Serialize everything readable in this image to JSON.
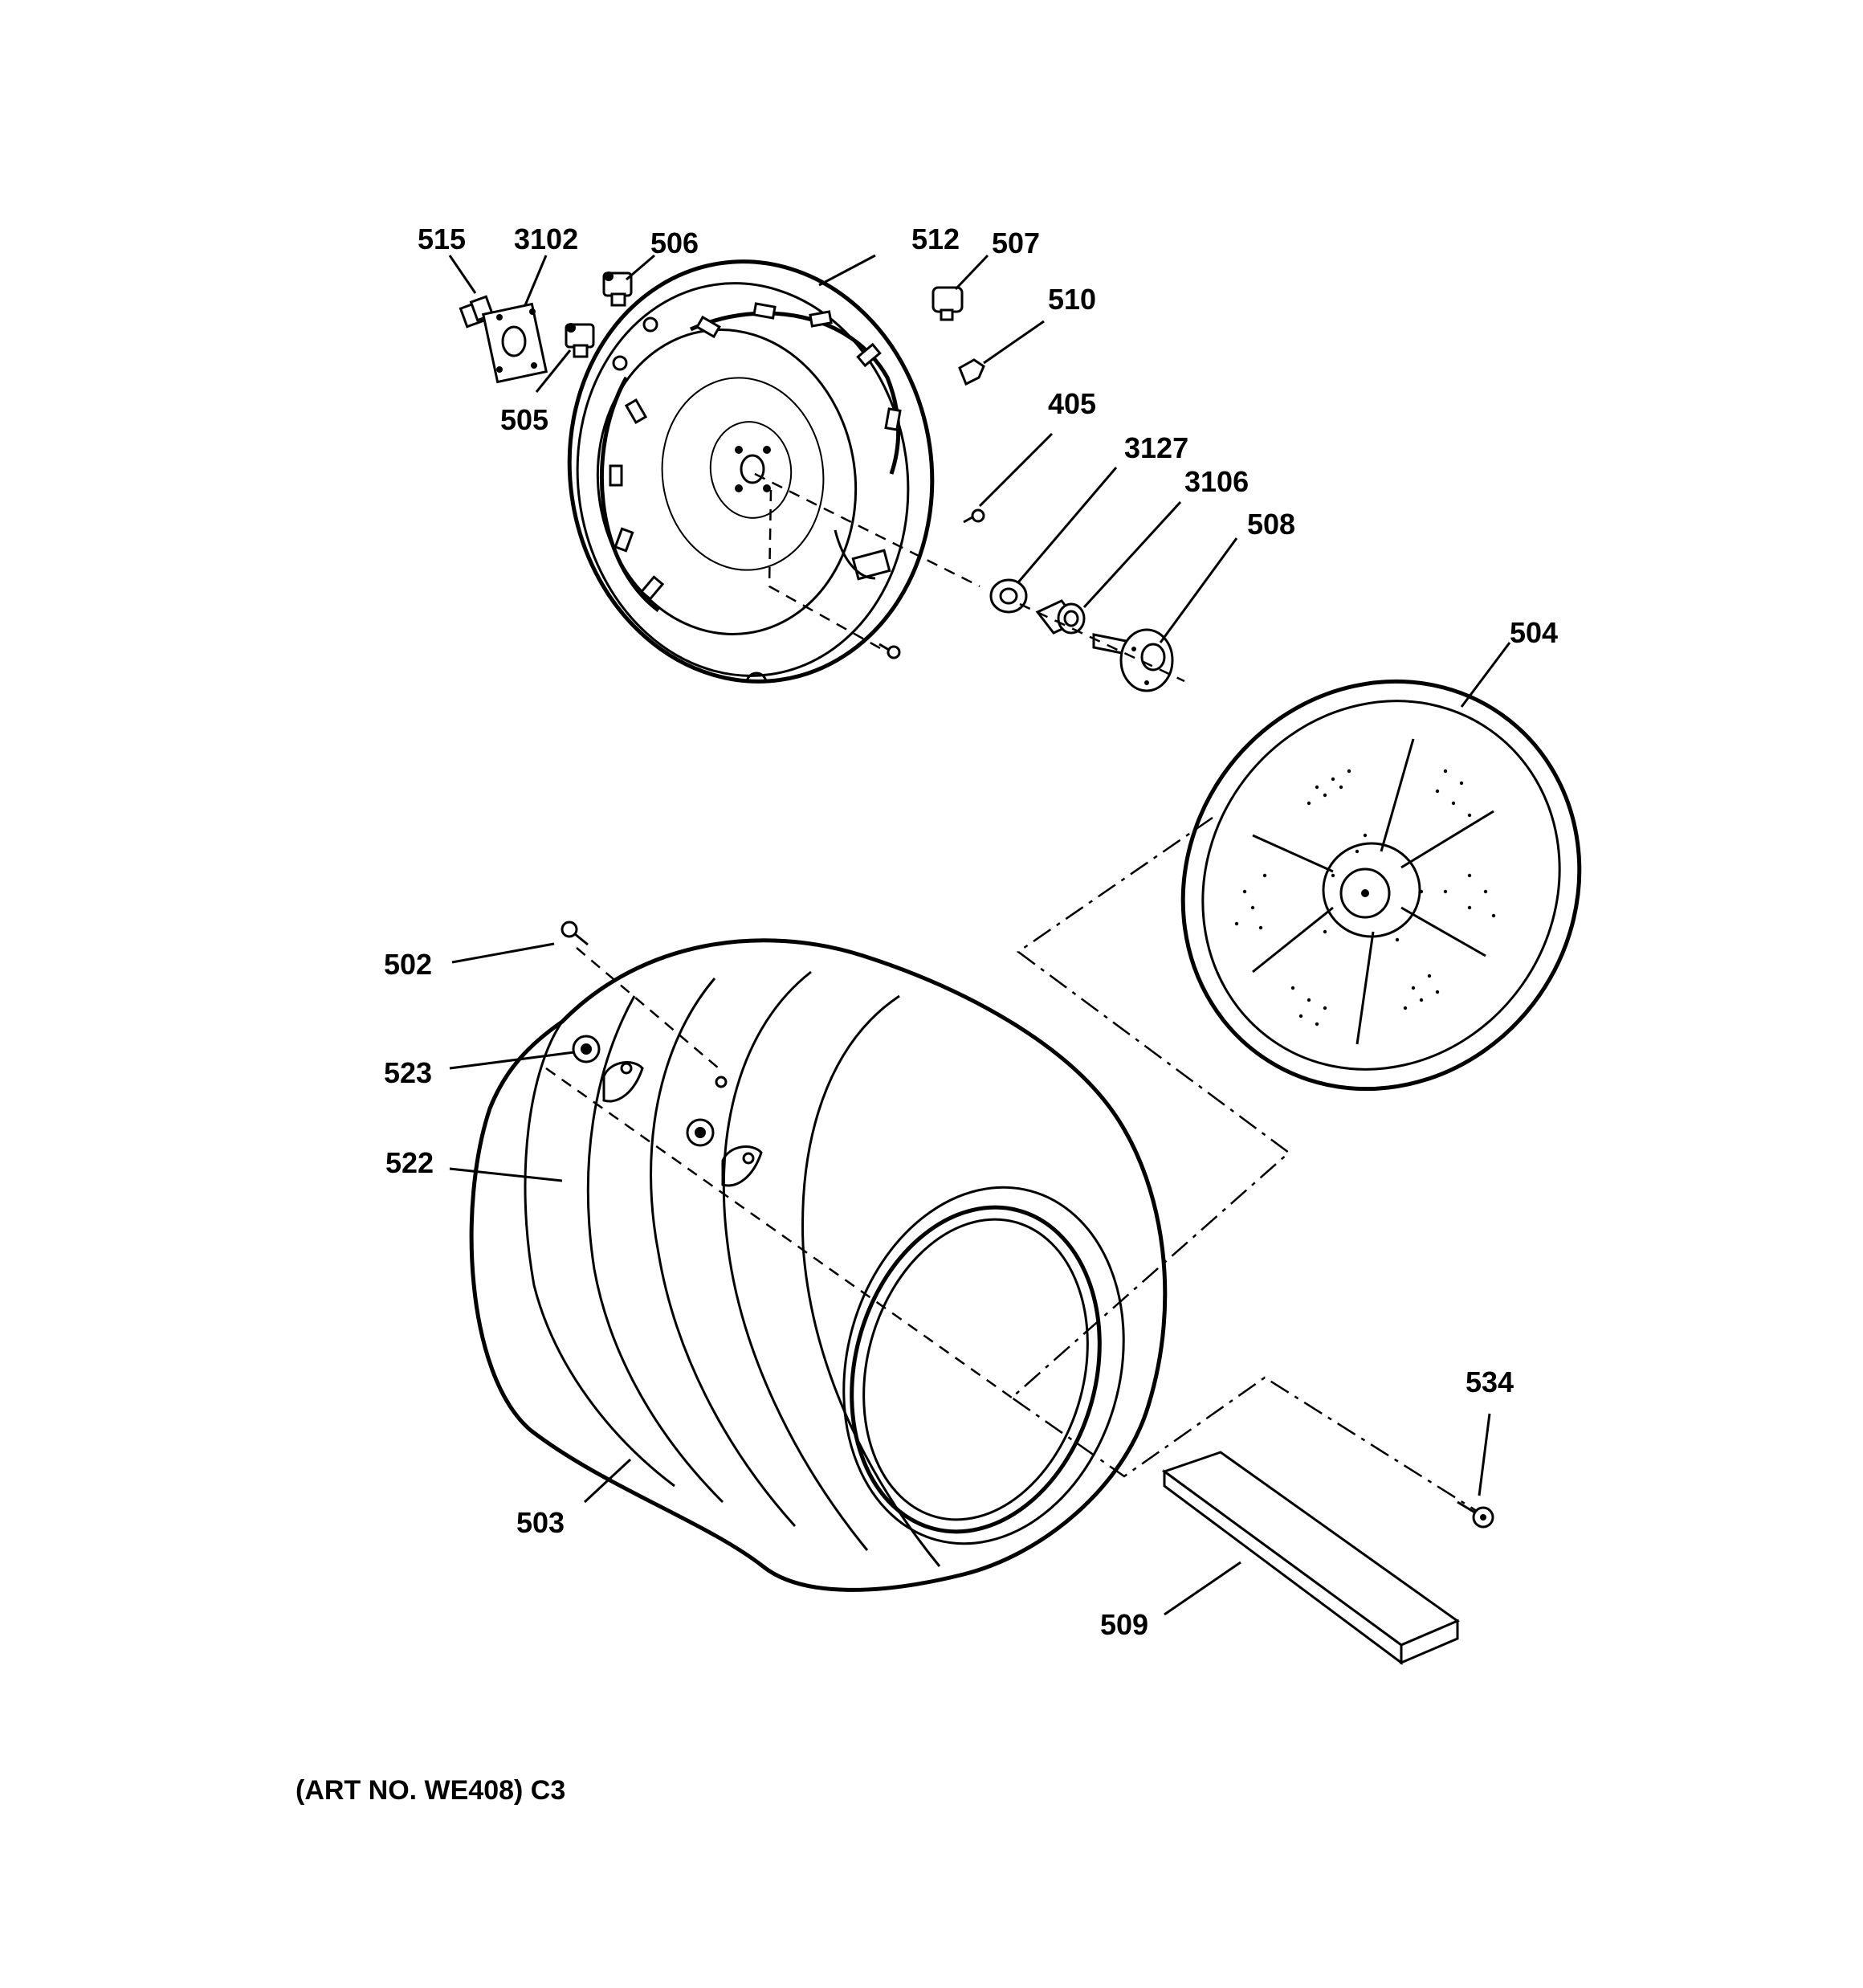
{
  "diagram": {
    "callouts": [
      {
        "id": "515",
        "text": "515"
      },
      {
        "id": "3102",
        "text": "3102"
      },
      {
        "id": "506",
        "text": "506"
      },
      {
        "id": "512",
        "text": "512"
      },
      {
        "id": "507",
        "text": "507"
      },
      {
        "id": "510",
        "text": "510"
      },
      {
        "id": "505",
        "text": "505"
      },
      {
        "id": "405",
        "text": "405"
      },
      {
        "id": "3127",
        "text": "3127"
      },
      {
        "id": "3106",
        "text": "3106"
      },
      {
        "id": "508",
        "text": "508"
      },
      {
        "id": "504",
        "text": "504"
      },
      {
        "id": "502",
        "text": "502"
      },
      {
        "id": "523",
        "text": "523"
      },
      {
        "id": "522",
        "text": "522"
      },
      {
        "id": "534",
        "text": "534"
      },
      {
        "id": "503",
        "text": "503"
      },
      {
        "id": "509",
        "text": "509"
      }
    ],
    "art_number": "(ART NO. WE408) C3"
  }
}
